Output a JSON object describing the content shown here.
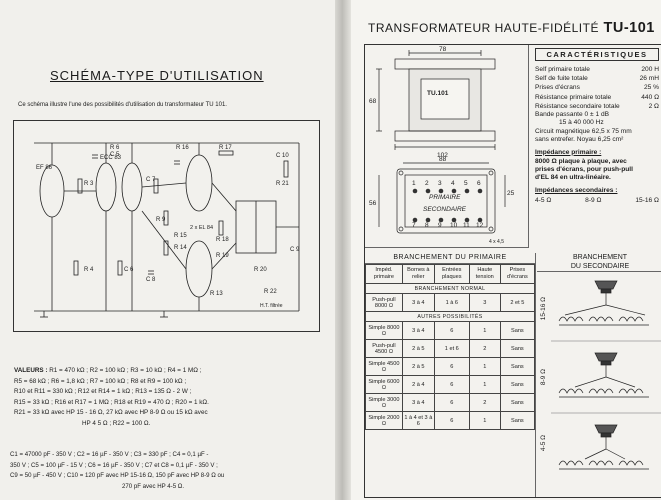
{
  "left_page": {
    "title": "SCHÉMA-TYPE D'UTILISATION",
    "intro": "Ce schéma illustre l'une des possibilités d'utilisation du transformateur TU 101.",
    "schematic": {
      "tubes": [
        "EF 86",
        "ECC 83",
        "2 x EL 84"
      ],
      "labels": [
        "R 6",
        "C 5",
        "R 17",
        "R 18",
        "C 10",
        "C 9",
        "R 21",
        "R 16",
        "R 20",
        "C 7",
        "C 8",
        "R 9",
        "R 13",
        "R 14",
        "R 15",
        "R 19",
        "R 22",
        "R 3",
        "R 4",
        "C 6",
        "H.T. filtrée",
        "ECC 83",
        "EF 86"
      ]
    },
    "values_label": "VALEURS :",
    "values": [
      "R1 = 470 kΩ ; R2 = 100 kΩ ; R3 = 10 kΩ ; R4 = 1 MΩ ;",
      "R5 = 68 kΩ ; R6 = 1,8 kΩ ; R7 = 100 kΩ ; R8 et R9 = 100 kΩ ;",
      "R10 et R11 = 330 kΩ ; R12 et R14 = 1 kΩ ; R13 = 135 Ω - 2 W ;",
      "R15 = 33 kΩ ; R16 et R17 = 1 MΩ ; R18 et R19 = 470 Ω ; R20 = 1 kΩ.",
      "R21 = 33 kΩ avec HP 15 - 16 Ω, 27 kΩ avec HP 8-9 Ω ou 15 kΩ avec",
      "HP 4 5 Ω ; R22 = 100 Ω."
    ],
    "caps": [
      "C1 = 47000 pF - 350 V ; C2 = 16 µF - 350 V ; C3 = 330 pF ; C4 = 0,1 µF -",
      "350 V ; C5 = 100 µF - 15 V ; C6 = 16 µF - 350 V ; C7 et C8 = 0,1 µF - 350 V ;",
      "C9 = 50 µF - 450 V ; C10 = 120 pF avec HP 15-16 Ω, 150 pF avec HP 8-9 Ω ou",
      "270 pF avec HP 4-5 Ω."
    ]
  },
  "right_page": {
    "title_main": "TRANSFORMATEUR HAUTE-FIDÉLITÉ",
    "title_model": "TU-101",
    "drawing": {
      "dim_top": "78",
      "dim_left": "68",
      "dim_bottom": "102",
      "dim_top2": "88",
      "dim_left2": "56",
      "dim_right2": "25",
      "name": "TU.101",
      "primary": "PRIMAIRE",
      "secondary": "SECONDAIRE",
      "pins_top": [
        "1",
        "2",
        "3",
        "4",
        "5",
        "6"
      ],
      "pins_bottom": [
        "7",
        "8",
        "9",
        "10",
        "11",
        "12"
      ],
      "screw": "4 x 4,5"
    },
    "specs": {
      "header": "CARACTÉRISTIQUES",
      "rows": [
        {
          "k": "Self primaire totale",
          "v": "200 H"
        },
        {
          "k": "Self de fuite totale",
          "v": "26 mH"
        },
        {
          "k": "Prises d'écrans",
          "v": "25 %"
        },
        {
          "k": "Résistance primaire totale",
          "v": "440 Ω"
        },
        {
          "k": "Résistance secondaire totale",
          "v": "2 Ω"
        }
      ],
      "band_1": "Bande passante 0 ± 1 dB",
      "band_2": "15 à 40 000 Hz",
      "core_1": "Circuit magnétique 62,5 x 75 mm",
      "core_2": "sans entrefer. Noyau 6,25 cm²",
      "imp_primary_label": "Impédance primaire :",
      "imp_primary": [
        "8000 Ω plaque à plaque, avec",
        "prises d'écrans, pour push-pull",
        "d'EL 84 en ultra-linéaire."
      ],
      "imp_secondary_label": "Impédances secondaires :",
      "imp_secondary": [
        "4-5 Ω",
        "8-9 Ω",
        "15-16 Ω"
      ]
    },
    "branch_primary": {
      "header": "BRANCHEMENT DU PRIMAIRE",
      "columns": [
        "Impéd. primaire",
        "Bornes à relier",
        "Entrées plaques",
        "Haute tension",
        "Prises d'écrans"
      ],
      "normal_label": "BRANCHEMENT NORMAL",
      "normal_row": [
        "Push-pull 8000 Ω",
        "3 à 4",
        "1 à 6",
        "3",
        "2 et 5"
      ],
      "other_label": "AUTRES POSSIBILITÉS",
      "rows": [
        [
          "Simple 8000 Ω",
          "3 à 4",
          "6",
          "1",
          "Sans"
        ],
        [
          "Push-pull 4500 Ω",
          "2 à 5",
          "1 et 6",
          "2",
          "Sans"
        ],
        [
          "Simple 4500 Ω",
          "2 à 5",
          "6",
          "1",
          "Sans"
        ],
        [
          "Simple 6000 Ω",
          "2 à 4",
          "6",
          "1",
          "Sans"
        ],
        [
          "Simple 3000 Ω",
          "3 à 4",
          "6",
          "2",
          "Sans"
        ],
        [
          "Simple 2000 Ω",
          "1 à 4 et 3 à 6",
          "6",
          "1",
          "Sans"
        ]
      ]
    },
    "branch_secondary": {
      "header_1": "BRANCHEMENT",
      "header_2": "DU SECONDAIRE",
      "labels": [
        "15-16 Ω",
        "8-9 Ω",
        "4-5 Ω"
      ]
    }
  }
}
